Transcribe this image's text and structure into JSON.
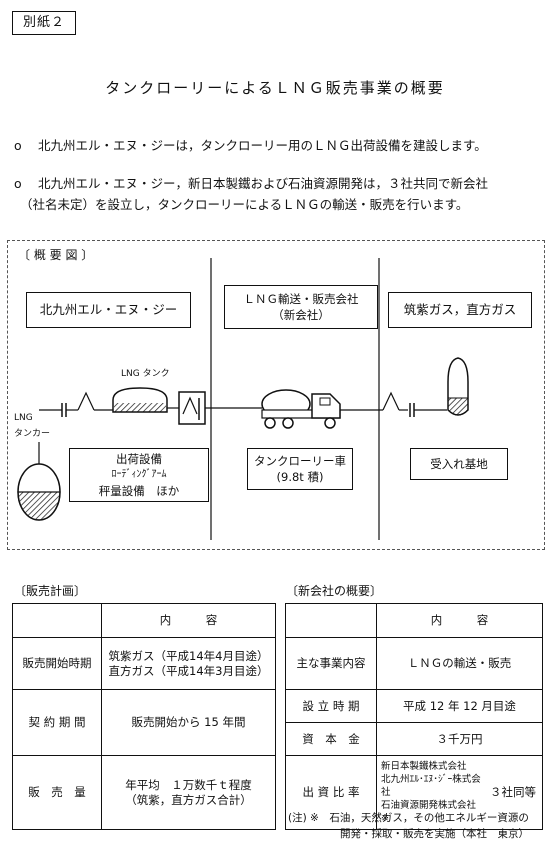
{
  "tag": "別紙２",
  "title": "タンクローリーによるＬＮＧ販売事業の概要",
  "bullets": [
    {
      "mark": "o",
      "text": "北九州エル・エヌ・ジーは，タンクローリー用のＬＮＧ出荷設備を建設します。"
    },
    {
      "mark": "o",
      "line1": "北九州エル・エヌ・ジー，新日本製鐵および石油資源開発は，３社共同で新会社",
      "line2": "（社名未定）を設立し，タンクローリーによるＬＮＧの輸送・販売を行います。"
    }
  ],
  "diagram": {
    "heading": "〔 概 要 図 〕",
    "col1": "北九州エル・エヌ・ジー",
    "col2_line1": "ＬＮＧ輸送・販売会社",
    "col2_line2": "（新会社）",
    "col3": "筑紫ガス，直方ガス",
    "lng_tank": "LNG タンク",
    "lng_tanker_1": "LNG",
    "lng_tanker_2": "タンカー",
    "facility_1": "出荷設備",
    "facility_2": "ﾛｰﾃﾞｨﾝｸﾞｱｰﾑ",
    "facility_3": "秤量設備　ほか",
    "truck_1": "タンクローリー車",
    "truck_2": "(9.8t 積)",
    "receive": "受入れ基地"
  },
  "sales": {
    "heading": "〔販売計画〕",
    "header": "内　　　容",
    "rows": [
      {
        "label": "販売開始時期",
        "lines": [
          "筑紫ガス（平成14年4月目途）",
          "直方ガス（平成14年3月目途）"
        ]
      },
      {
        "label": "契 約 期 間",
        "lines": [
          "販売開始から 15 年間"
        ]
      },
      {
        "label": "販　売　量",
        "lines": [
          "年平均　１万数千ｔ程度",
          "（筑紫，直方ガス合計）"
        ]
      }
    ]
  },
  "company": {
    "heading": "〔新会社の概要〕",
    "header": "内　　　容",
    "rows": [
      {
        "label": "主な事業内容",
        "value": "ＬＮＧの輸送・販売"
      },
      {
        "label": "設 立 時 期",
        "value": "平成 12 年 12 月目途"
      },
      {
        "label": "資　本　金",
        "value": "３千万円"
      }
    ],
    "investors_label": "出 資 比 率",
    "investors": [
      "新日本製鐵株式会社",
      "北九州ｴﾙ･ｴﾇ･ｼﾞｰ株式会社",
      "石油資源開発株式会社※"
    ],
    "investors_share": "３社同等",
    "note_1": "(注) ※　石油，天然ガス，その他エネルギー資源の",
    "note_2": "開発・採取・販売を実施（本社　東京）"
  }
}
